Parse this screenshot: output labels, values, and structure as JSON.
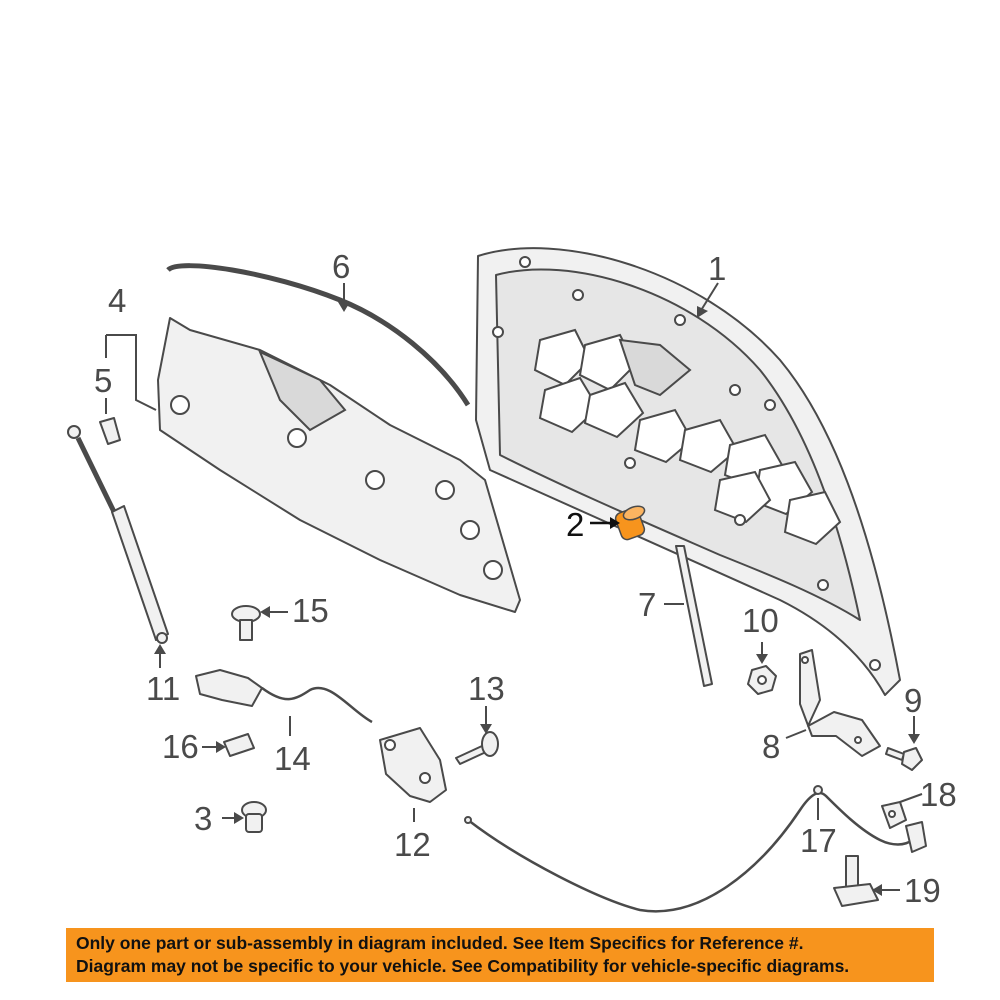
{
  "callouts": {
    "c1": "1",
    "c2": "2",
    "c3": "3",
    "c4": "4",
    "c5": "5",
    "c6": "6",
    "c7": "7",
    "c8": "8",
    "c9": "9",
    "c10": "10",
    "c11": "11",
    "c12": "12",
    "c13": "13",
    "c14": "14",
    "c15": "15",
    "c16": "16",
    "c17": "17",
    "c18": "18",
    "c19": "19"
  },
  "colors": {
    "highlight_part": "#f7941d",
    "banner_background": "#f7941d",
    "line_art": "#4a4a4a"
  },
  "disclaimer": {
    "line1": "Only one part or sub-assembly in diagram included. See Item Specifics for Reference #.",
    "line2": "Diagram may not be specific to your vehicle. See Compatibility for vehicle-specific diagrams."
  }
}
